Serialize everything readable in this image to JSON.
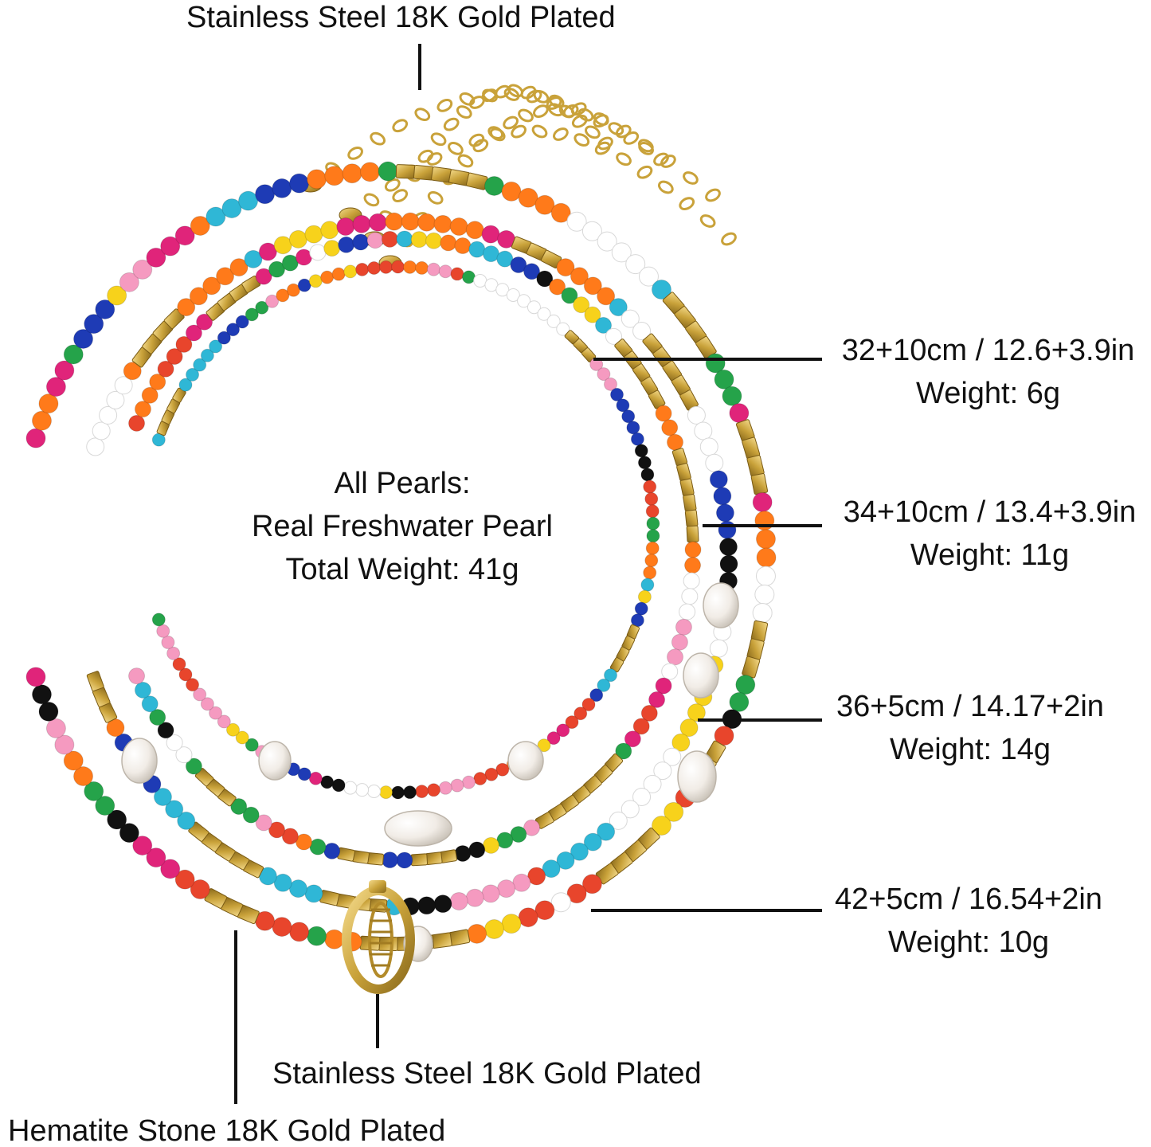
{
  "labels": {
    "top_clasp": "Stainless Steel 18K Gold Plated",
    "center_title": "All Pearls:",
    "center_line2": "Real Freshwater Pearl",
    "center_line3": "Total Weight: 41g",
    "shell_pendant": "Stainless Steel 18K Gold Plated",
    "hematite": "Hematite Stone 18K Gold Plated"
  },
  "necklaces": [
    {
      "size": "32+10cm / 12.6+3.9in",
      "weight": "Weight: 6g"
    },
    {
      "size": "34+10cm / 13.4+3.9in",
      "weight": "Weight: 11g"
    },
    {
      "size": "36+5cm / 14.17+2in",
      "weight": "Weight: 14g"
    },
    {
      "size": "42+5cm / 16.54+2in",
      "weight": "Weight: 10g"
    }
  ],
  "colors": {
    "gold": "#c9a23a",
    "bead_palette": [
      "#e8452c",
      "#f7d21b",
      "#1e3bb5",
      "#2fb7d6",
      "#ff7a1a",
      "#e0247a",
      "#25a34a",
      "#ffffff",
      "#111111",
      "#f59ac0"
    ]
  }
}
